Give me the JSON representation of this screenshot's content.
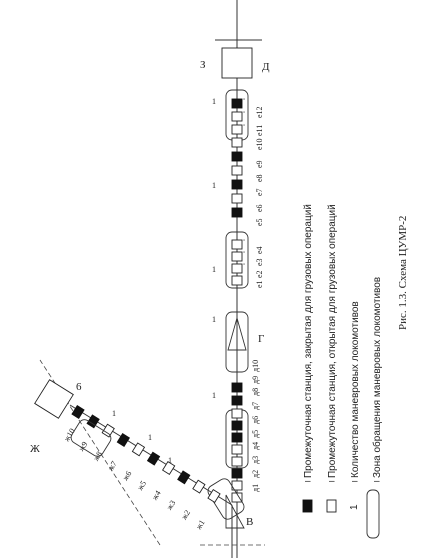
{
  "figure": {
    "caption": "Рис. 1.3. Схема ЦУМР-2"
  },
  "stations": {
    "V": "В",
    "G": "Г",
    "D": "Д",
    "Zh": "Ж",
    "Z": "З",
    "num6": "6"
  },
  "zone_counts": {
    "diag_a": "1",
    "diag_b": "1",
    "diag_c": "1",
    "main_a": "1",
    "main_b": "1",
    "main_c": "1",
    "main_d": "1",
    "main_e": "1"
  },
  "labels": {
    "d": [
      "д1",
      "д2",
      "д3",
      "д4",
      "д5",
      "д6",
      "д7",
      "д8",
      "д9",
      "д10"
    ],
    "e": [
      "e1",
      "e2",
      "e3",
      "e4",
      "e5",
      "e6",
      "e7",
      "e8",
      "e9",
      "e10",
      "e11",
      "e12"
    ],
    "zh": [
      "ж1",
      "ж2",
      "ж3",
      "ж4",
      "ж5",
      "ж6",
      "ж7",
      "ж8",
      "ж9",
      "ж10"
    ]
  },
  "legend": [
    {
      "symbol": "closed-station",
      "dash": "–",
      "text": "Промежуточная станция, закрытая для грузовых операций"
    },
    {
      "symbol": "open-station",
      "dash": "–",
      "text": "Промежуточная станция, открытая для грузовых операций"
    },
    {
      "symbol": "loco-count",
      "dash": "–",
      "text": "Количество маневровых локомотивов",
      "value": "1"
    },
    {
      "symbol": "shunting-zone",
      "dash": "–",
      "text": "Зона обращения маневровых локомотивов"
    }
  ]
}
